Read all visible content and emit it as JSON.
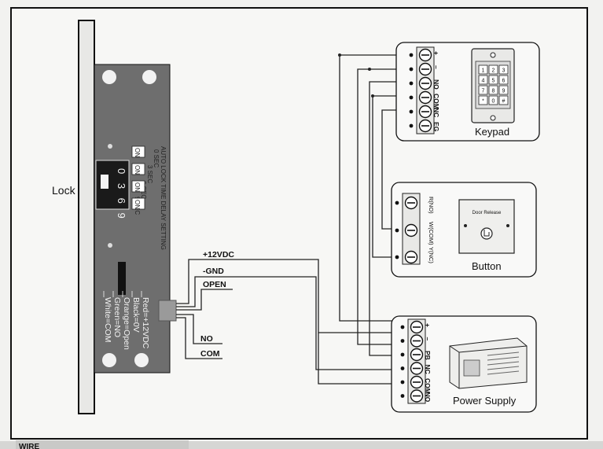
{
  "lock": {
    "label": "Lock",
    "dial_digits": [
      "0",
      "3",
      "6",
      "9"
    ],
    "delay_title": "AUTO LOCK TIME DELAY SETTING",
    "delay_lines": [
      "0 SEC",
      "3 SEC",
      "6 SEC",
      "9 SEC"
    ],
    "delay_switch_label": "ON",
    "wire_legend": [
      "Red=+12VDC",
      "Black=0V",
      "Orange=Open",
      "Green=NO",
      "White=COM"
    ]
  },
  "wire_labels": {
    "v12": "+12VDC",
    "gnd": "-GND",
    "open": "OPEN",
    "no": "NO",
    "com": "COM"
  },
  "keypad": {
    "title": "Keypad",
    "terminals": [
      "+",
      "–",
      "NO",
      "COM",
      "NC",
      "EG"
    ],
    "keys": [
      "1",
      "2",
      "3",
      "4",
      "5",
      "6",
      "7",
      "8",
      "9",
      "*",
      "0",
      "#"
    ]
  },
  "button": {
    "title": "Button",
    "terminals": [
      "R(NO)",
      "W(COM)",
      "Y(NC)"
    ],
    "plate_label": "Door Release"
  },
  "power_supply": {
    "title": "Power Supply",
    "terminals": [
      "+",
      "–",
      "PB",
      "NC",
      "COM",
      "NO"
    ]
  },
  "footer_text": "WIRE"
}
